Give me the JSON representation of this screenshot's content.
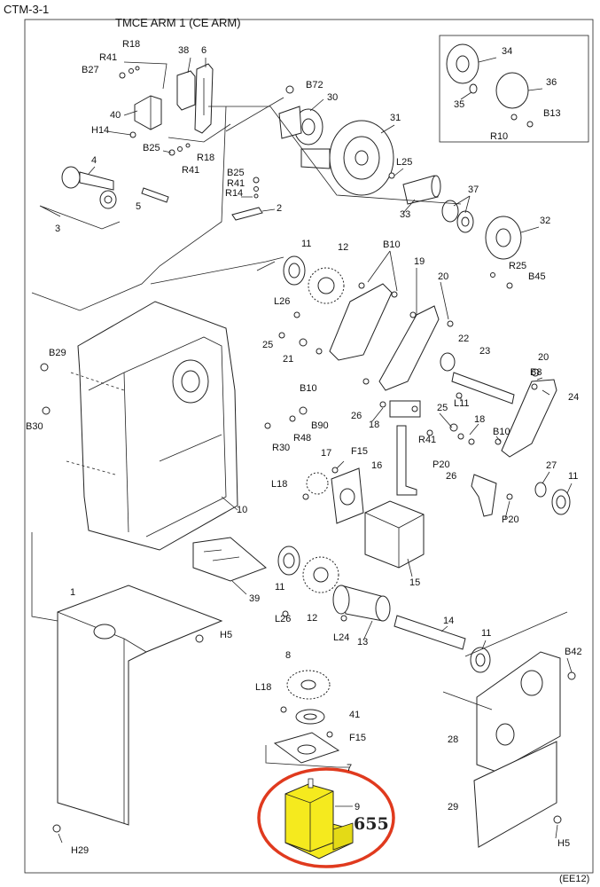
{
  "header": {
    "code": "CTM-3-1",
    "title": "TMCE   ARM 1 (CE ARM)",
    "footer": "(EE12)"
  },
  "highlight": {
    "part_number": "9",
    "callout_value": "655",
    "ring_color": "#e03a1e",
    "motor_color": "#f5ea1e"
  },
  "labels": {
    "l1": "1",
    "l2": "2",
    "l3": "3",
    "l4": "4",
    "l5": "5",
    "l6": "6",
    "l7": "7",
    "l8": "8",
    "l9": "9",
    "l10": "10",
    "l11a": "11",
    "l11b": "11",
    "l11c": "11",
    "l11d": "11",
    "l12a": "12",
    "l12b": "12",
    "l13": "13",
    "l14": "14",
    "l15": "15",
    "l16": "16",
    "l17": "17",
    "l18a": "18",
    "l18b": "18",
    "l19": "19",
    "l20a": "20",
    "l20b": "20",
    "l21": "21",
    "l22": "22",
    "l23": "23",
    "l24": "24",
    "l25a": "25",
    "l25b": "25",
    "l26a": "26",
    "l26b": "26",
    "l27": "27",
    "l28": "28",
    "l29": "29",
    "l30": "30",
    "l31": "31",
    "l32": "32",
    "l33": "33",
    "l34": "34",
    "l35": "35",
    "l36": "36",
    "l37": "37",
    "l38": "38",
    "l39": "39",
    "l40": "40",
    "l41": "41",
    "R18a": "R18",
    "R18b": "R18",
    "R41a": "R41",
    "R41b": "R41",
    "R41c": "R41",
    "R41d": "R41",
    "B27": "B27",
    "H14": "H14",
    "B25a": "B25",
    "B25b": "B25",
    "R14": "R14",
    "B72": "B72",
    "L25": "L25",
    "B13": "B13",
    "R10": "R10",
    "B10a": "B10",
    "B10b": "B10",
    "B10c": "B10",
    "R25": "R25",
    "B45": "B45",
    "L26a": "L26",
    "L26b": "L26",
    "B29": "B29",
    "B30": "B30",
    "B90": "B90",
    "R48": "R48",
    "R30": "R30",
    "F15a": "F15",
    "F15b": "F15",
    "L18a": "L18",
    "L18b": "L18",
    "B8": "B8",
    "L11": "L11",
    "P20a": "P20",
    "P20b": "P20",
    "L24": "L24",
    "H5a": "H5",
    "H5b": "H5",
    "B42": "B42",
    "H29": "H29"
  }
}
